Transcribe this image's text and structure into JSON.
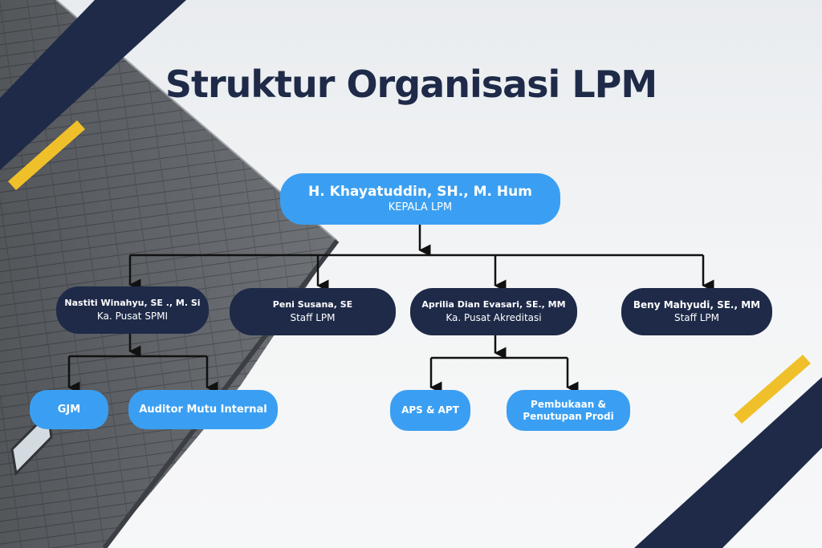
{
  "title": "Struktur Organisasi LPM",
  "head": {
    "name": "H. Khayatuddin, SH., M. Hum",
    "role": "KEPALA LPM"
  },
  "members": [
    {
      "name": "Nastiti Winahyu, SE ., M. Si",
      "role": "Ka. Pusat SPMI"
    },
    {
      "name": "Peni Susana, SE",
      "role": "Staff LPM"
    },
    {
      "name": "Aprilia Dian Evasari, SE., MM",
      "role": "Ka. Pusat Akreditasi"
    },
    {
      "name": "Beny Mahyudi, SE., MM",
      "role": "Staff LPM"
    }
  ],
  "units": [
    {
      "label": "GJM"
    },
    {
      "label": "Auditor Mutu Internal"
    },
    {
      "label": "APS & APT"
    },
    {
      "label": "Pembukaan &\nPenutupan Prodi"
    }
  ],
  "colors": {
    "navy": "#1e2a48",
    "blue": "#3a9ff2",
    "yellow": "#f0c02a",
    "connector": "#111111"
  }
}
